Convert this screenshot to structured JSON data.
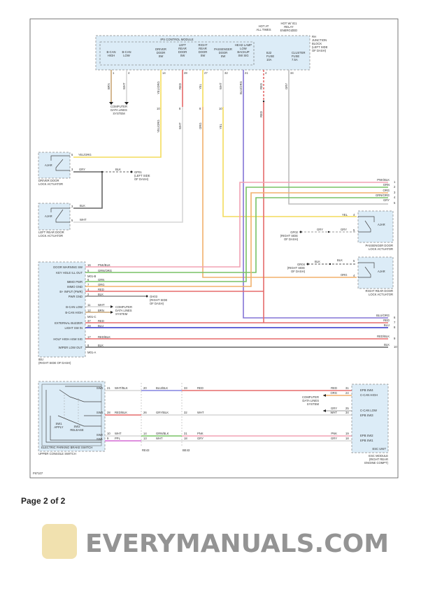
{
  "top": {
    "ips_module": "IPS CONTROL MODULE",
    "junction_block": [
      "RH",
      "JUNCTION",
      "BLOCK",
      "(LEFT SIDE",
      "OF DASH)"
    ],
    "hot_at_all_times": [
      "HOT AT",
      "ALL TIMES"
    ],
    "hot_relay": [
      "HOT W/ IG1",
      "RELAY",
      "ENERGIZED"
    ],
    "cols": [
      {
        "label": [
          "B-CAN",
          "HIGH"
        ],
        "pin": "1",
        "wire": "BRN"
      },
      {
        "label": [
          "B-CAN",
          "LOW"
        ],
        "pin": "4",
        "wire": "WHT"
      },
      {
        "label": [
          "DRIVER",
          "DOOR",
          "SW"
        ],
        "pin": "14",
        "wire": "YEL/ORG",
        "inline_pin": "10",
        "wire2": "YEL/ORG"
      },
      {
        "label": [
          "LEFT",
          "REAR",
          "DOOR",
          "SW"
        ],
        "pin": "28",
        "wire": "RED",
        "inline_pin": "8",
        "wire2": "WHT"
      },
      {
        "label": [
          "RIGHT",
          "REAR",
          "DOOR",
          "SW"
        ],
        "pin": "27",
        "wire": "YEL",
        "inline_pin": "8",
        "wire2": "ORG"
      },
      {
        "label": [
          "PASSENGER",
          "DOOR",
          "SW"
        ],
        "pin": "32",
        "wire": "WHT",
        "inline_pin": "10",
        "wire2": "YEL"
      },
      {
        "label": [
          "HEAD LAMP",
          "LOW",
          "BACKUP",
          "SW SIG"
        ],
        "pin": "21",
        "wire": "BLU/ORG"
      },
      {
        "label": [
          "BJ2",
          "FUSE",
          "10A"
        ],
        "pin": "4",
        "wire": "RED",
        "wire2": "RED"
      },
      {
        "label": [
          "CLUSTER",
          "FUSE",
          "7.5A"
        ],
        "pin": "34",
        "wire": "GRY"
      }
    ],
    "data_lines": [
      "COMPUTER",
      "DATA LINES",
      "SYSTEM"
    ]
  },
  "left_actuators": {
    "driver": {
      "name": [
        "DRIVER DOOR",
        "LOCK ACTUATOR"
      ],
      "ajar": "AJAR",
      "pin5": "5",
      "wire5": "YEL/ORG",
      "pin3": "3",
      "wire3": "GRY"
    },
    "left_rear": {
      "name": [
        "LEFT REAR DOOR",
        "LOCK ACTUATOR"
      ],
      "ajar": "AJAR",
      "pin3": "3",
      "wire3": "BLK",
      "pin5": "5",
      "wire5": "WHT"
    },
    "ground": {
      "wire": "BLK",
      "id": "GP01",
      "loc": [
        "(LEFT SIDE",
        "OF DASH)"
      ]
    }
  },
  "right_actuators": {
    "passenger": {
      "name": [
        "PASSENGER DOOR",
        "LOCK ACTUATOR"
      ],
      "ajar": "AJAR",
      "pin4": "4",
      "wire4": "YEL",
      "pin5": "5",
      "wire5": "GRY"
    },
    "right_rear": {
      "name": [
        "RIGHT REAR DOOR",
        "LOCK ACTUATOR"
      ],
      "ajar": "AJAR",
      "pin5": "5",
      "wire5": "BLK",
      "pin4": "4",
      "wire4": "ORG"
    },
    "ground1": {
      "wire": "GRY",
      "id": "GP02",
      "loc": [
        "(RIGHT SIDE",
        "OF DASH)"
      ]
    },
    "ground2": {
      "wire": "BLK",
      "id": "GR04",
      "loc": [
        "(RIGHT SIDE",
        "OF DASH)"
      ]
    }
  },
  "right_pins": [
    {
      "pin": "1",
      "wire": "PNK/BLK"
    },
    {
      "pin": "2",
      "wire": "GRN"
    },
    {
      "pin": "3",
      "wire": "ORG"
    },
    {
      "pin": "4",
      "wire": "GRN/ORG"
    },
    {
      "pin": "5",
      "wire": "GRY"
    },
    {
      "pin": "6",
      "wire": "BLU/ORG"
    },
    {
      "pin": "7",
      "wire": "RED"
    },
    {
      "pin": "8",
      "wire": "BLU"
    },
    {
      "pin": "9",
      "wire": "RED/BLK"
    },
    {
      "pin": "10",
      "wire": "BLK"
    }
  ],
  "ibu": {
    "name": [
      "IBU",
      "(RIGHT SIDE OF DASH)"
    ],
    "rows": [
      {
        "label": "DOOR WARNING SW",
        "pin": "16",
        "wire": "PNK/BLK"
      },
      {
        "label": "KEY HOLE ILL OUT",
        "pin": "5",
        "wire": "GRN/ORG"
      },
      {
        "label": "IMMO PWR",
        "pin": "6",
        "wire": "GRN"
      },
      {
        "label": "IMMO GND",
        "pin": "7",
        "wire": "ORG"
      },
      {
        "label": "B+ INPUT (PWR)",
        "pin": "4",
        "wire": "RED"
      },
      {
        "label": "PWR GND",
        "pin": "2",
        "wire": "BLK"
      },
      {
        "label": "B-CAN LOW",
        "pin": "11",
        "wire": "WHT"
      },
      {
        "label": "B-CAN HIGH",
        "pin": "12",
        "wire": "BRN"
      },
      {
        "label": "EXTERNAL BUZZER",
        "pin": "37",
        "wire": "RED"
      },
      {
        "label": "LIGHT SW IN",
        "pin": "28",
        "wire": "BLU"
      },
      {
        "label": "HOLF HIGH ASW SIG",
        "pin": "17",
        "wire": "RED/BLK"
      },
      {
        "label": "WIPER LOW OUT",
        "pin": "8",
        "wire": "BLK"
      }
    ],
    "conns": [
      "M01-B",
      "M01-C",
      "M01-A"
    ],
    "ground": {
      "id": "GH03",
      "loc": [
        "(RIGHT SIDE",
        "OF DASH)"
      ]
    },
    "data_lines": [
      "COMPUTER",
      "DATA LINES",
      "SYSTEM"
    ]
  },
  "bottom": {
    "switch_name": "ELECTRIC PARKING BRAKE SWITCH",
    "console": "UPPER CONSOLE SWITCH",
    "sw1": [
      "SW1",
      "APPLY"
    ],
    "sw2": [
      "SW2",
      "RELEASE"
    ],
    "rows": [
      {
        "sw": "SW4",
        "p1": "21",
        "w1": "WHT/BLK",
        "p2": "20",
        "w2": "BLU/BLK",
        "p3": "33",
        "w3": "RED",
        "w4": "RED",
        "p4": "31",
        "esc": "EPB SW4"
      },
      {
        "sw": "SW3",
        "p1": "28",
        "w1": "RED/BLK",
        "p2": "26",
        "w2": "GRY/BLK",
        "p3": "32",
        "w3": "WHT",
        "w4": "WHT",
        "p4": "34",
        "esc": "EPB SW3"
      },
      {
        "sw": "SW2",
        "p1": "10",
        "w1": "WHT",
        "p2": "14",
        "w2": "GRN/BLK",
        "p3": "31",
        "w3": "PNK",
        "w4": "PNK",
        "p4": "19",
        "esc": "EPB SW2"
      },
      {
        "sw": "SW1",
        "p1": "9",
        "w1": "PPL",
        "p2": "13",
        "w2": "WHT",
        "p3": "18",
        "w3": "GRY",
        "w4": "GRY",
        "p4": "18",
        "esc": "EPB SW1"
      }
    ],
    "can": [
      {
        "wire": "ORG",
        "pin": "24",
        "esc": "C-CAN HIGH"
      },
      {
        "wire": "GRY",
        "pin": "25",
        "esc": "C-CAN LOW"
      }
    ],
    "data_lines": [
      "COMPUTER",
      "DATA LINES",
      "SYSTEM"
    ],
    "inline1": "RE43",
    "inline2": "BE43",
    "esc_unit": "ESC UNIT",
    "esc_module": [
      "ESC MODULE",
      "(RIGHT REAR",
      "ENGINE COMPT)"
    ]
  },
  "figure_code": "F97107",
  "watermark": "EVERYMANUALS.COM",
  "footer": "Page 2 of 2",
  "colors": {
    "YEL": "#f3dc5c",
    "RED": "#e56b6b",
    "ORG": "#f2b06c",
    "GRN": "#78c265",
    "PNK": "#f2a2b3",
    "BLU": "#3434c8",
    "BLU_ORG": "#8474d6",
    "BRN": "#c9a676",
    "WHT": "#d6d6d6",
    "GRY": "#bdbdbd",
    "BLK": "#555555",
    "PPL": "#d46ad4"
  }
}
